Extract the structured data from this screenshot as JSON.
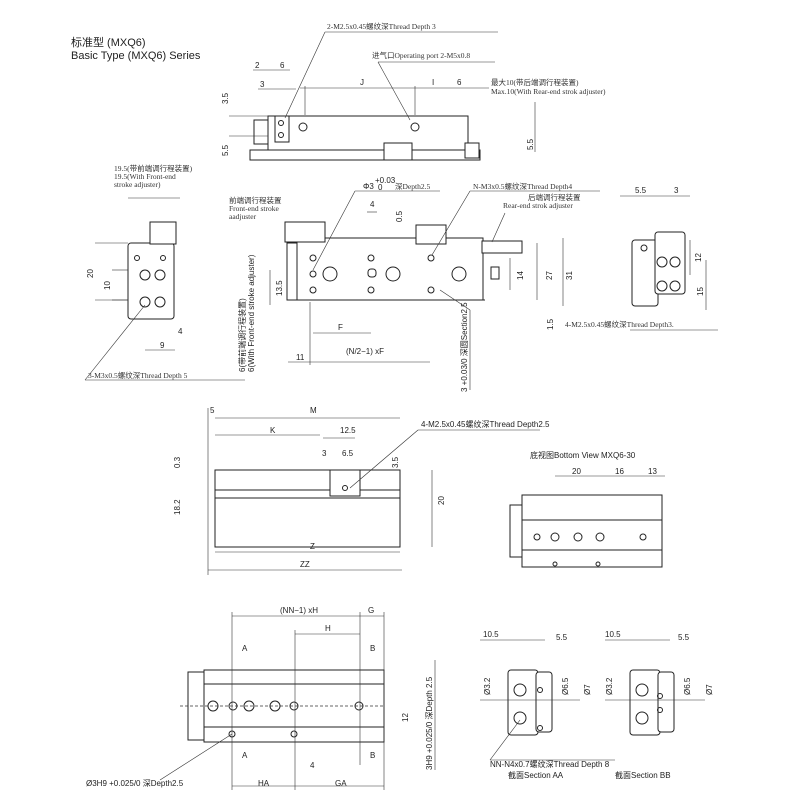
{
  "title": {
    "cn": "标准型 (MXQ6)",
    "en": "Basic Type (MXQ6) Series"
  },
  "top_view": {
    "note_thread": "2-M2.5x0.45螺纹深Thread Depth 3",
    "note_port": "进气口Operating port 2-M5x0.8",
    "note_max": "最大10(带后端调行程装置)",
    "note_max_en": "Max.10(With Rear-end strok adjuster)",
    "dims": [
      "2",
      "6",
      "3",
      "J",
      "I",
      "6",
      "3.5",
      "5.5",
      "5.5"
    ]
  },
  "left_end_view": {
    "note_cn": "19.5(带前端调行程装置)",
    "note_en1": "19.5(With Front-end",
    "note_en2": "stroke adjuster)",
    "dims": [
      "20",
      "10",
      "4",
      "9"
    ],
    "note_thread": "3-M3x0.5螺纹深Thread Depth 5"
  },
  "main_view": {
    "front_adj_cn": "前端调行程装置",
    "front_adj_en1": "Front-end stroke",
    "front_adj_en2": "aadjuster",
    "pin_hole": "Φ3",
    "pin_tol_upper": "+0.03",
    "pin_tol_lower": "0",
    "pin_depth": "深Depth2.5",
    "n_thread": "N-M3x0.5螺纹深Thread Depth4",
    "rear_adj_cn": "后端调行程装置",
    "rear_adj_en": "Rear-end strok adjuster",
    "dims": [
      "4",
      "0.5",
      "14",
      "27",
      "31",
      "13.5",
      "F",
      "11",
      "1.5"
    ],
    "formula": "(N/2−1) xF",
    "side_note_cn": "6(带前端调行程装置)",
    "side_note_en": "6(With Front-end stroke adjuster)",
    "section_note": "3 +0.03/0 深圆Section2.5"
  },
  "right_end_view": {
    "dims": [
      "5.5",
      "3",
      "12",
      "15"
    ],
    "note_thread": "4-M2.5x0.45螺纹深Thread Depth3."
  },
  "side_view": {
    "dims": [
      "5",
      "M",
      "K",
      "12.5",
      "3",
      "6.5",
      "3.5",
      "0.3",
      "18.2",
      "20",
      "Z",
      "ZZ"
    ],
    "note_thread": "4-M2.5x0.45螺纹深Thread Depth2.5"
  },
  "bottom_view": {
    "title": "底视图Bottom View MXQ6-30",
    "dims": [
      "20",
      "16",
      "13"
    ]
  },
  "lower_view": {
    "dims": [
      "(NN−1) xH",
      "G",
      "H",
      "A",
      "B",
      "A",
      "B",
      "12",
      "4",
      "HA",
      "GA"
    ],
    "pin_note": "Ø3H9 +0.025/0 深Depth2.5",
    "side_note": "3H9 +0.025/0 深Depth 2.5"
  },
  "section_aa": {
    "dims": [
      "10.5",
      "5.5",
      "Ø3.2",
      "Ø6.5",
      "Ø7"
    ],
    "thread_note": "NN-N4x0.7螺纹深Thread Depth 8",
    "label": "截面Section AA"
  },
  "section_bb": {
    "dims": [
      "10.5",
      "5.5",
      "Ø3.2",
      "Ø6.5",
      "Ø7"
    ],
    "label": "截面Section BB"
  }
}
